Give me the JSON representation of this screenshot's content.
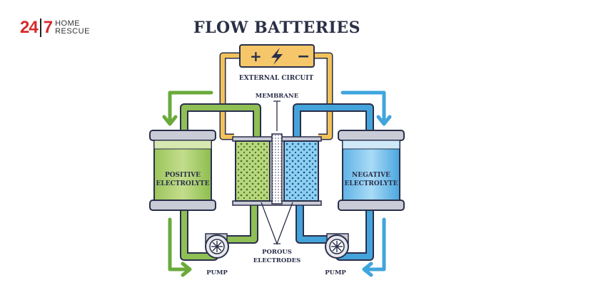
{
  "logo": {
    "num_left": "24",
    "num_right": "7",
    "word_top": "HOME",
    "word_bottom": "RESCUE"
  },
  "title": "FLOW BATTERIES",
  "labels": {
    "external_circuit": "EXTERNAL CIRCUIT",
    "membrane": "MEMBRANE",
    "positive_line1": "POSITIVE",
    "positive_line2": "ELECTROLYTE",
    "negative_line1": "NEGATIVE",
    "negative_line2": "ELECTROLYTE",
    "porous_line1": "POROUS",
    "porous_line2": "ELECTRODES",
    "pump_left": "PUMP",
    "pump_right": "PUMP"
  },
  "battery": {
    "plus": "+",
    "minus": "−"
  },
  "colors": {
    "green": "#7fb24a",
    "green_light": "#b5d47a",
    "blue": "#3f9fd8",
    "blue_light": "#8fcdf0",
    "wire": "#f2c25a",
    "outline": "#2a2f4a",
    "logo_red": "#d42a2a"
  },
  "icons": [
    "lightning-icon",
    "plus-icon",
    "minus-icon",
    "fan-icon",
    "arrow-icon"
  ]
}
